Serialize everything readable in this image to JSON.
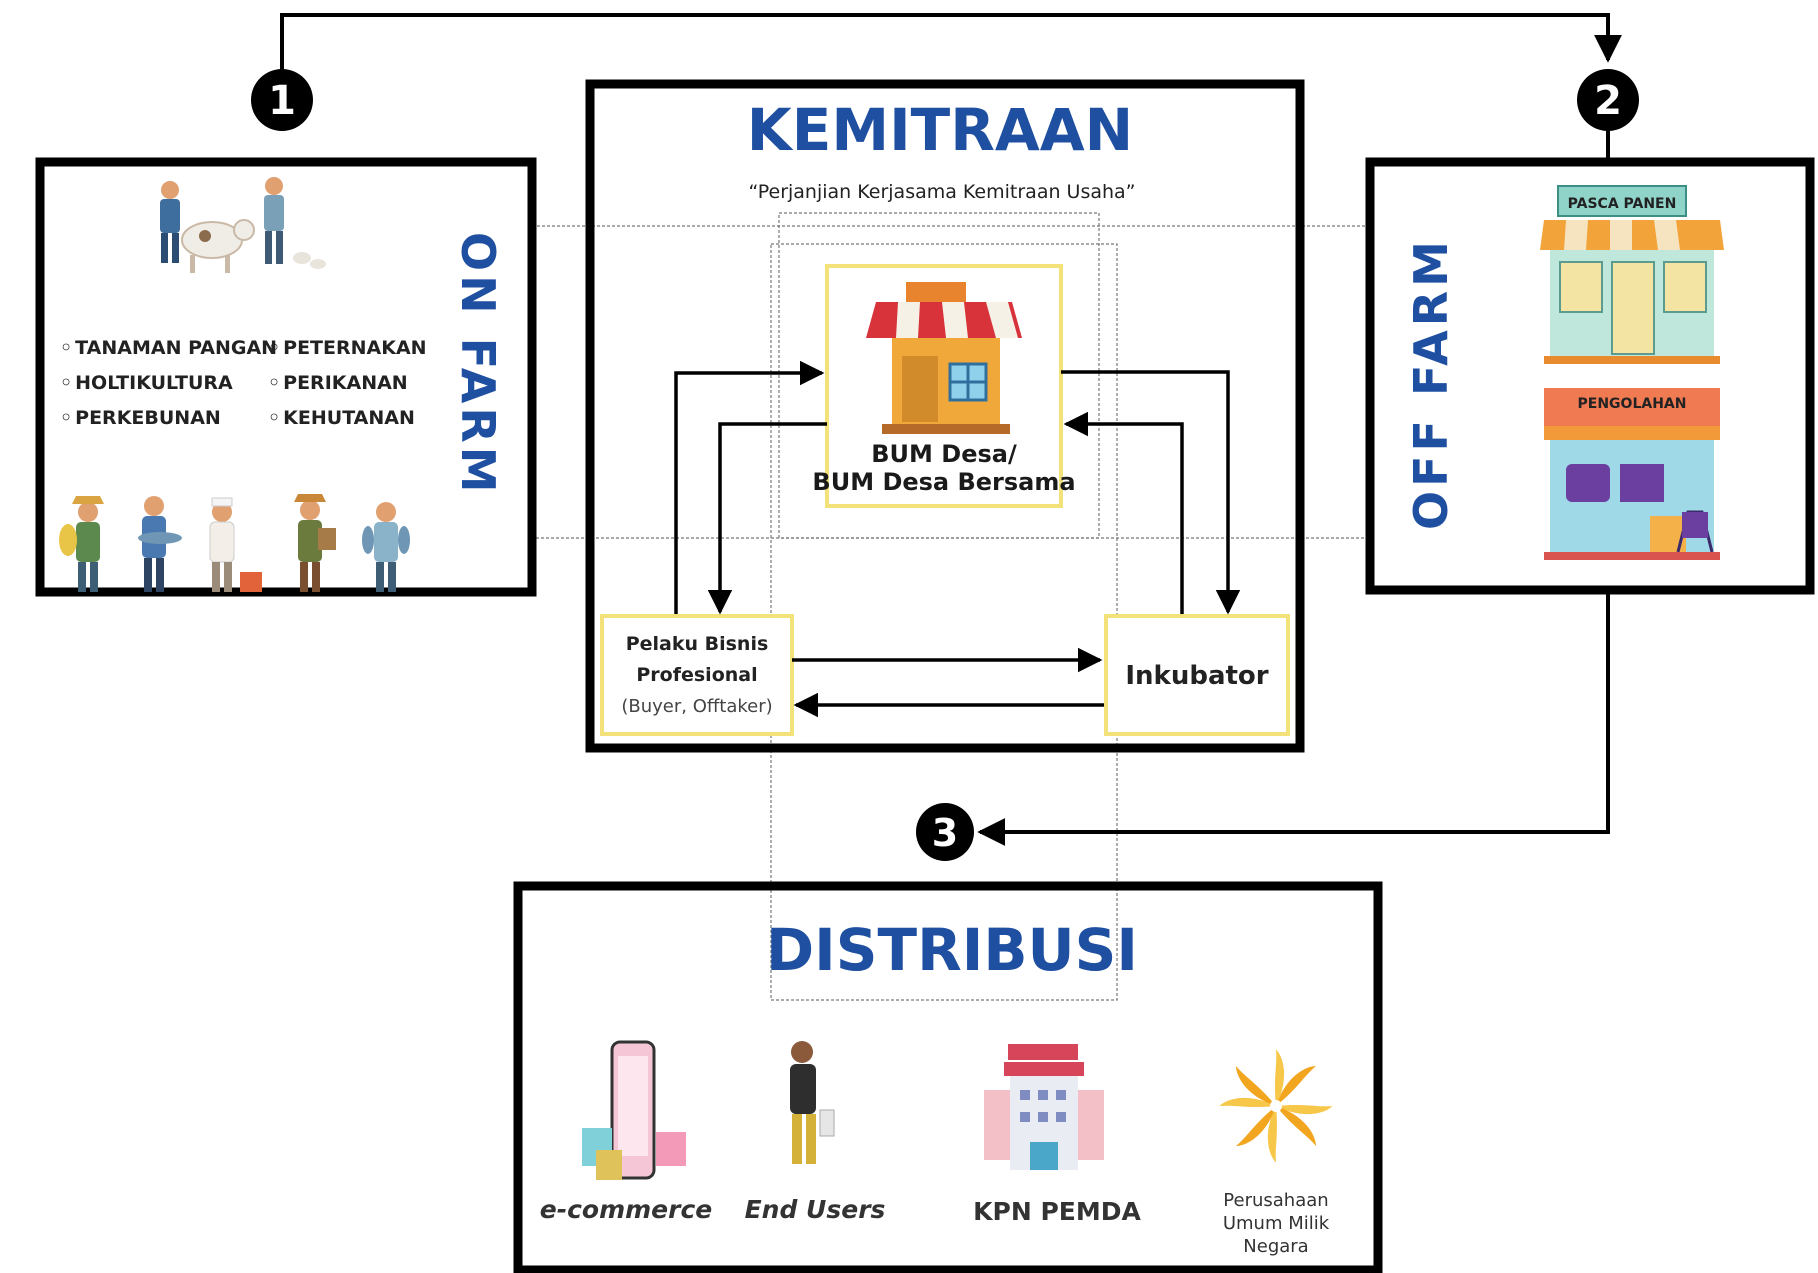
{
  "badges": {
    "one": "1",
    "two": "2",
    "three": "3"
  },
  "on_farm": {
    "title": "ON FARM",
    "items_left": [
      "TANAMAN PANGAN",
      "HOLTIKULTURA",
      "PERKEBUNAN"
    ],
    "items_right": [
      "PETERNAKAN",
      "PERIKANAN",
      "KEHUTANAN"
    ],
    "icons": [
      "farmer-with-cow-icon",
      "farmer-with-geese-icon",
      "farmer-with-corn-icon",
      "fisherman-icon",
      "chef-icon",
      "harvester-icon",
      "fish-holder-icon"
    ]
  },
  "kemitraan": {
    "title": "KEMITRAAN",
    "subtitle": "“Perjanjian Kerjasama Kemitraan Usaha”",
    "center_line1": "BUM Desa/",
    "center_line2": "BUM Desa Bersama",
    "left_line1": "Pelaku Bisnis",
    "left_line2": "Profesional",
    "left_line3": "(Buyer, Offtaker)",
    "right_label": "Inkubator",
    "icon": "shop-icon"
  },
  "off_farm": {
    "title": "OFF FARM",
    "store1": "PASCA PANEN",
    "store2": "PENGOLAHAN"
  },
  "distribusi": {
    "title": "DISTRIBUSI",
    "items": [
      "e-commerce",
      "End Users",
      "KPN PEMDA"
    ],
    "bumn_line1": "Perusahaan",
    "bumn_line2": "Umum Milik",
    "bumn_line3": "Negara"
  },
  "colors": {
    "accent": "#1f4fa0",
    "yellow": "#f3e27a",
    "black": "#000000"
  }
}
